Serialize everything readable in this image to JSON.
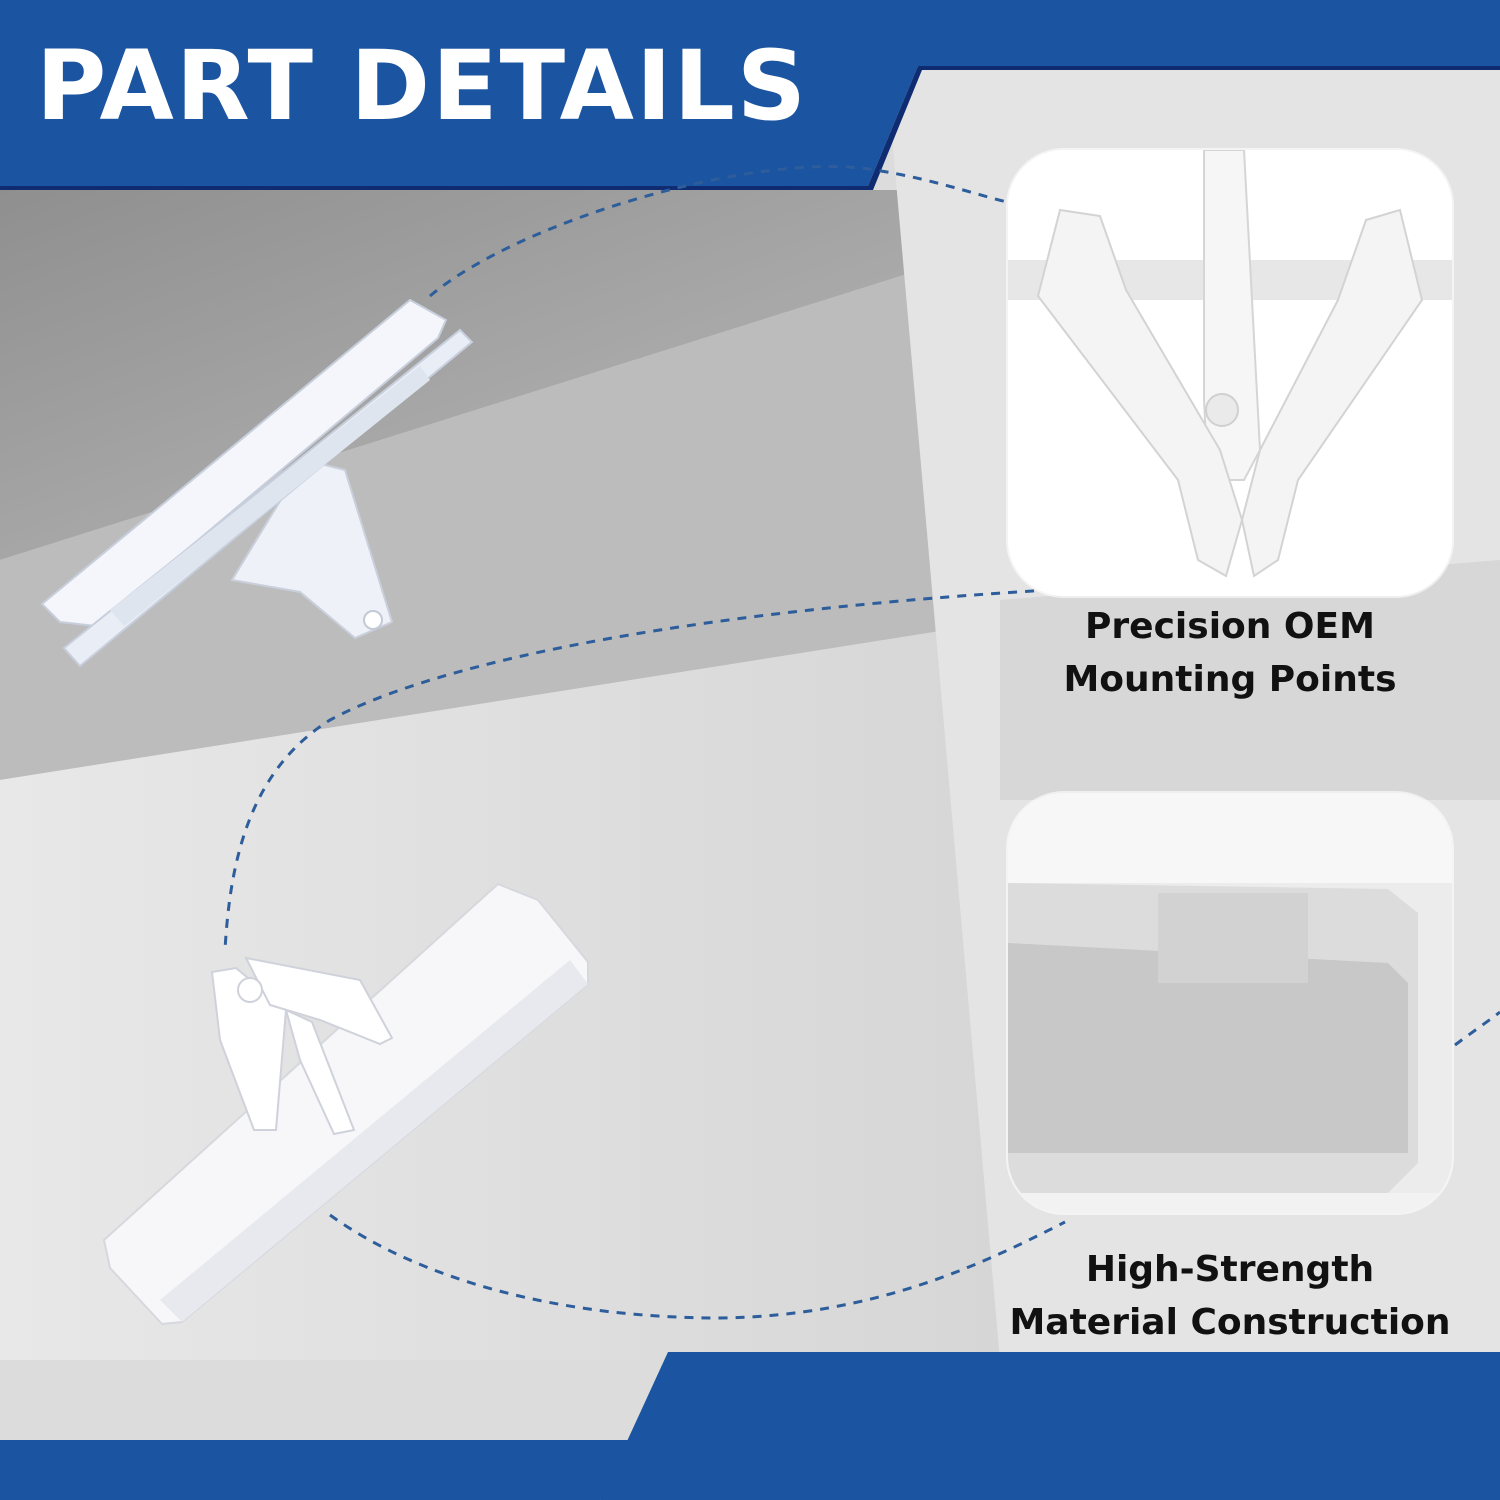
{
  "header": {
    "title": "PART DETAILS"
  },
  "features": [
    {
      "line1": "Precision OEM",
      "line2": "Mounting Points"
    },
    {
      "line1": "High-Strength",
      "line2": "Material Construction"
    }
  ],
  "colors": {
    "brand_blue": "#1b54a0",
    "dark_blue": "#0f2c72",
    "dash_line": "#2d5d9a",
    "caption_text": "#111111",
    "title_text": "#ffffff"
  },
  "icons": {
    "top_clip": "push-rivet-clip-icon",
    "bottom_clip": "trim-panel-clip-icon"
  }
}
